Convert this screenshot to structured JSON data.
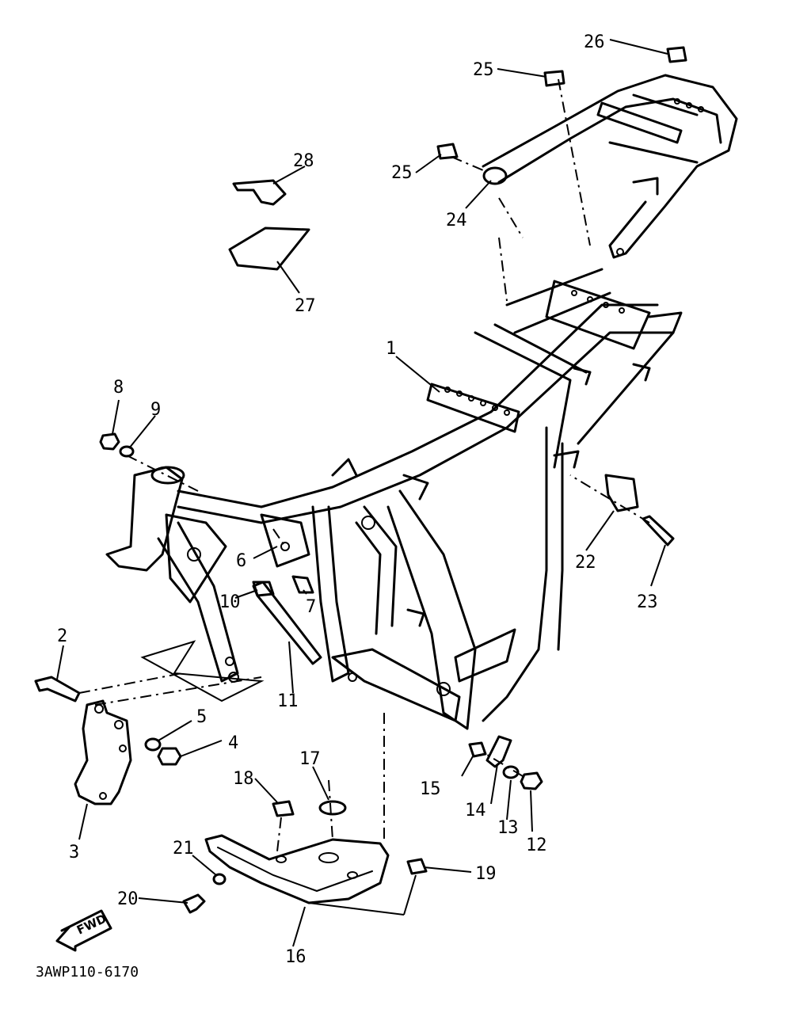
{
  "diagram_code": "3AWP110-6170",
  "fwd_label": "FWD",
  "callouts": {
    "c1": "1",
    "c2": "2",
    "c3": "3",
    "c4": "4",
    "c5": "5",
    "c6": "6",
    "c7": "7",
    "c8": "8",
    "c9": "9",
    "c10": "10",
    "c11": "11",
    "c12": "12",
    "c13": "13",
    "c14": "14",
    "c15": "15",
    "c16": "16",
    "c17": "17",
    "c18": "18",
    "c19": "19",
    "c20": "20",
    "c21": "21",
    "c22": "22",
    "c23": "23",
    "c24": "24",
    "c25a": "25",
    "c25b": "25",
    "c26": "26",
    "c27": "27",
    "c28": "28"
  }
}
